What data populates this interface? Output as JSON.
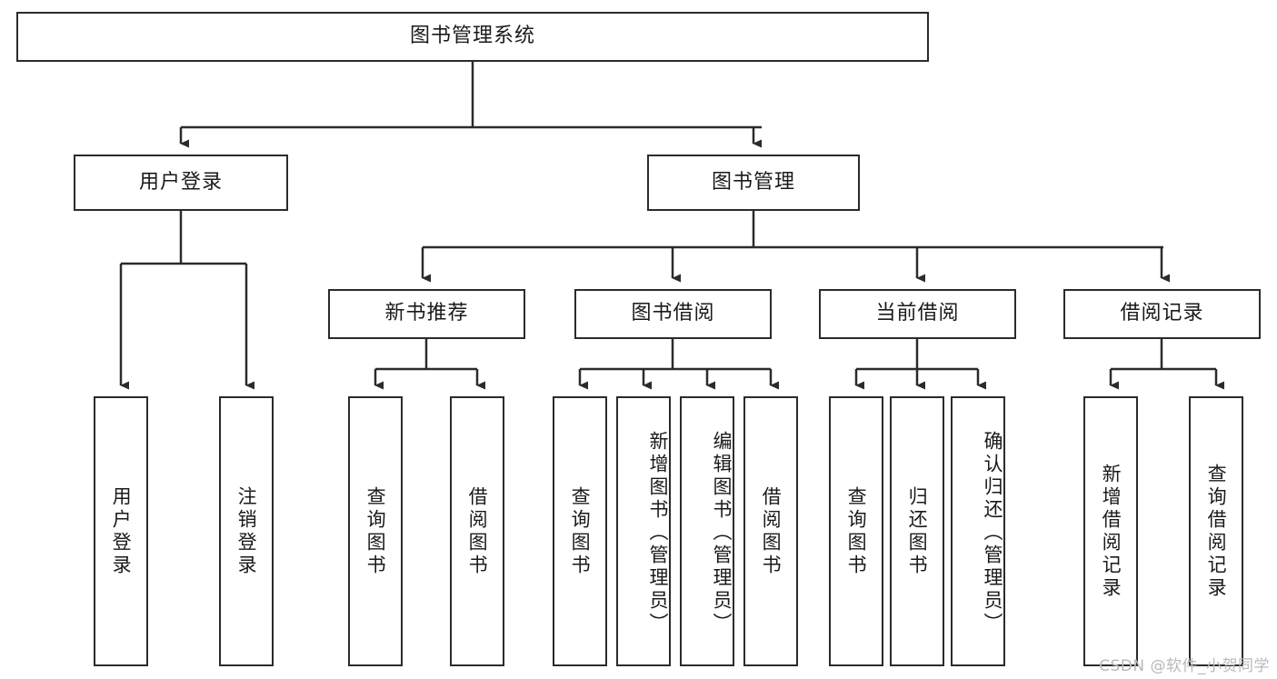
{
  "diagram": {
    "title": "图书管理系统",
    "type": "tree-hierarchy",
    "colors": {
      "box_border": "#2b2b2b",
      "box_fill": "#ffffff",
      "edge": "#2b2b2b",
      "text": "#1a1a1a",
      "watermark": "#b9b9b9",
      "background": "#ffffff"
    },
    "root": {
      "label": "图书管理系统"
    },
    "level2": [
      {
        "label": "用户登录"
      },
      {
        "label": "图书管理"
      }
    ],
    "level3": [
      {
        "label": "新书推荐"
      },
      {
        "label": "图书借阅"
      },
      {
        "label": "当前借阅"
      },
      {
        "label": "借阅记录"
      }
    ],
    "leaves": {
      "user_login": [
        {
          "label": "用户登录"
        },
        {
          "label": "注销登录"
        }
      ],
      "new_book_recommend": [
        {
          "label": "查询图书"
        },
        {
          "label": "借阅图书"
        }
      ],
      "book_borrow": [
        {
          "label": "查询图书"
        },
        {
          "label": "新增图书（管理员）"
        },
        {
          "label": "编辑图书（管理员）"
        },
        {
          "label": "借阅图书"
        }
      ],
      "current_borrow": [
        {
          "label": "查询图书"
        },
        {
          "label": "归还图书"
        },
        {
          "label": "确认归还（管理员）"
        }
      ],
      "borrow_record": [
        {
          "label": "新增借阅记录"
        },
        {
          "label": "查询借阅记录"
        }
      ]
    },
    "watermark": "CSDN @软件_小贺同学"
  }
}
